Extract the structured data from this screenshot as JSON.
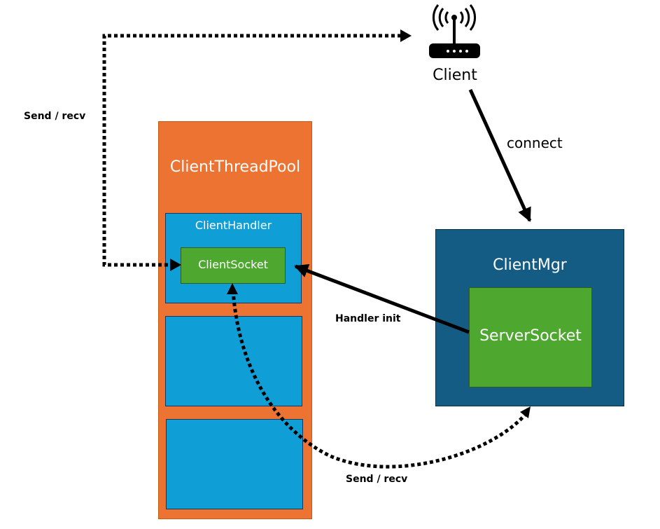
{
  "nodes": {
    "pool": "ClientThreadPool",
    "handler": "ClientHandler",
    "client_socket": "ClientSocket",
    "mgr": "ClientMgr",
    "server_socket": "ServerSocket",
    "client": "Client"
  },
  "edges": {
    "connect": "connect",
    "handler_init": "Handler init",
    "send_recv_top": "Send / recv",
    "send_recv_bottom": "Send / recv"
  },
  "icons": {
    "client": "router-icon"
  },
  "colors": {
    "pool": "#ED7332",
    "handler": "#0F9ED5",
    "socket": "#4EA72E",
    "mgr": "#155C84"
  }
}
